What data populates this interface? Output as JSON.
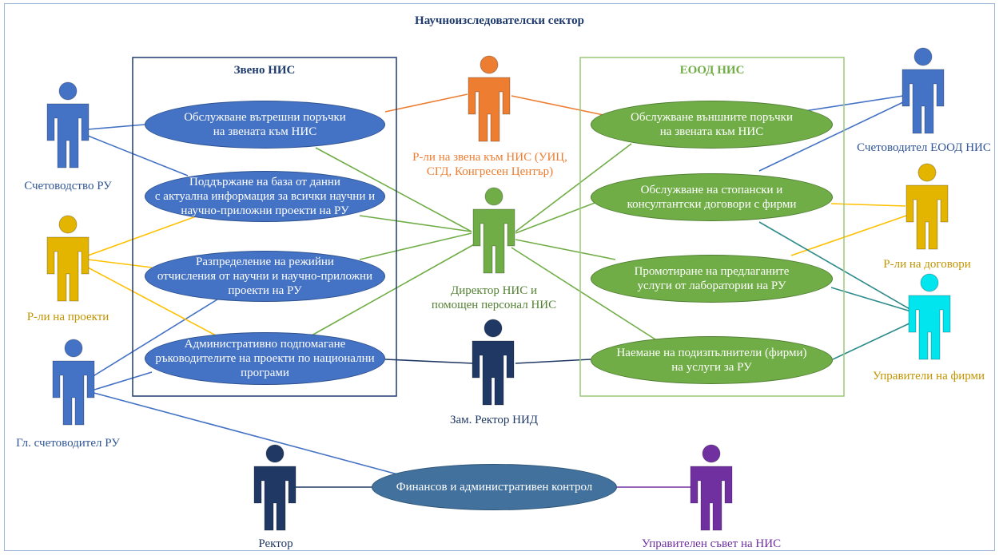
{
  "title": "Научноизследователски сектор",
  "groups": {
    "zveno": {
      "title": "Звено НИС",
      "title_color": "#1f3b6e",
      "border": "#1f3b6e"
    },
    "eood": {
      "title": "ЕООД НИС",
      "title_color": "#70ad47",
      "border": "#9bc878"
    }
  },
  "actors": {
    "schetovodstvo": {
      "label": "Счетоводство РУ",
      "color": "#4472c4",
      "label_color": "#2f5597"
    },
    "rli_proekti": {
      "label": "Р-ли на проекти",
      "color": "#e3b400",
      "label_color": "#c19400"
    },
    "gl_schetovoditel": {
      "label": "Гл. счетоводител РУ",
      "color": "#4472c4",
      "label_color": "#2f5597"
    },
    "rli_zvena": {
      "label": "Р-ли на звена към НИС (УИЦ,\nСГД, Конгресен Център)",
      "color": "#ed7d31",
      "label_color": "#ed7d31"
    },
    "direktor": {
      "label": "Директор НИС и\nпомощен персонал НИС",
      "color": "#70ad47",
      "label_color": "#548235"
    },
    "zam_rektor": {
      "label": "Зам. Ректор НИД",
      "color": "#1f3864",
      "label_color": "#1f3864"
    },
    "rektor": {
      "label": "Ректор",
      "color": "#1f3864",
      "label_color": "#1f3864"
    },
    "upr_savet": {
      "label": "Управителен съвет на НИС",
      "color": "#7030a0",
      "label_color": "#7030a0"
    },
    "schet_eood": {
      "label": "Счетоводител ЕООД НИС",
      "color": "#4472c4",
      "label_color": "#2f5597"
    },
    "rli_dogovori": {
      "label": "Р-ли на договори",
      "color": "#e3b400",
      "label_color": "#c19400"
    },
    "upraviteli_firmi": {
      "label": "Управители на фирми",
      "color": "#00e5ee",
      "label_color": "#c19400"
    }
  },
  "usecases": {
    "u1": "Обслужване вътрешни поръчки\nна звената към НИС",
    "u2": "Поддържане на база от данни\nс актуална информация за всички научни и\nнаучно-приложни проекти на РУ",
    "u3": "Разпределение на режийни\nотчисления от научни и научно-приложни\nпроекти на РУ",
    "u4": "Административно подпомагане\nръководителите на проекти по национални\nпрограми",
    "e1": "Обслужване външните поръчки\nна звената към НИС",
    "e2": "Обслужване на стопански и\nконсултантски договори с фирми",
    "e3": "Промотиране на предлаганите\nуслуги от лаборатории на РУ",
    "e4": "Наемане на подизпълнители (фирми)\nна услуги за РУ",
    "fin": "Финансов и административен контрол"
  },
  "colors": {
    "link_blue": "#4472c4",
    "link_orange": "#ed7d31",
    "link_gold": "#ffc000",
    "link_green": "#70ad47",
    "link_teal": "#2e8b8b",
    "link_navy": "#1f3864",
    "link_purple": "#7030a0"
  }
}
